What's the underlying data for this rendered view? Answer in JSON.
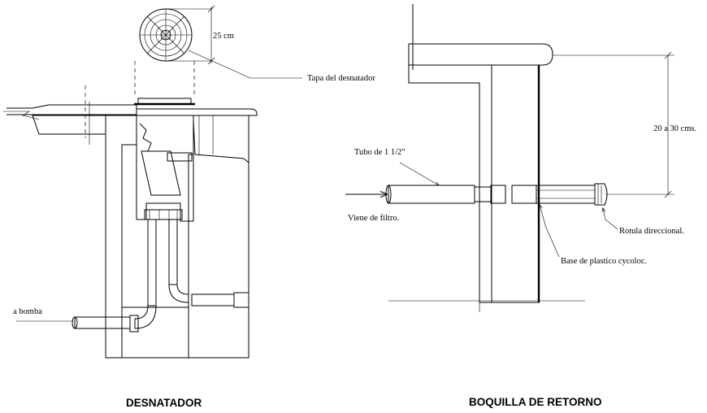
{
  "desnatador": {
    "title": "DESNATADOR",
    "label_25cm": "25 cm",
    "label_tapa": "Tapa del desnatador",
    "label_bomba": "a bomba"
  },
  "boquilla": {
    "title": "BOQUILLA DE RETORNO",
    "label_tubo": "Tubo de 1 1/2\"",
    "label_viene": "Viene de filtro.",
    "label_altura": "20 a 30 cms.",
    "label_rotula": "Rotula direccional.",
    "label_base": "Base de plastico cycoloc."
  }
}
